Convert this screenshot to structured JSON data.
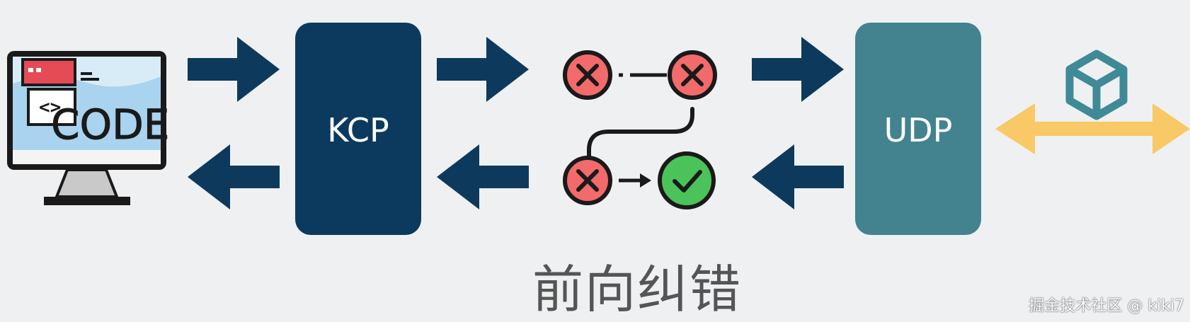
{
  "diagram": {
    "nodes": {
      "app": {
        "text": "CODE",
        "icon": "computer-monitor-icon"
      },
      "kcp": {
        "label": "KCP"
      },
      "fec": {
        "icons": [
          "error-x-icon",
          "error-x-icon",
          "error-x-icon",
          "success-check-icon"
        ]
      },
      "udp": {
        "label": "UDP"
      },
      "network": {
        "icon": "cube-packet-icon"
      }
    },
    "caption": "前向纠错",
    "watermark": "掘金技术社区 @ kiki7"
  },
  "colors": {
    "background": "#eff0f2",
    "arrow_navy": "#0d3a5c",
    "kcp_box": "#0b3a5e",
    "udp_box": "#42838f",
    "error_red": "#f26a6a",
    "success_green": "#4cc35a",
    "double_arrow": "#f9c968",
    "cube": "#3f8a96"
  }
}
